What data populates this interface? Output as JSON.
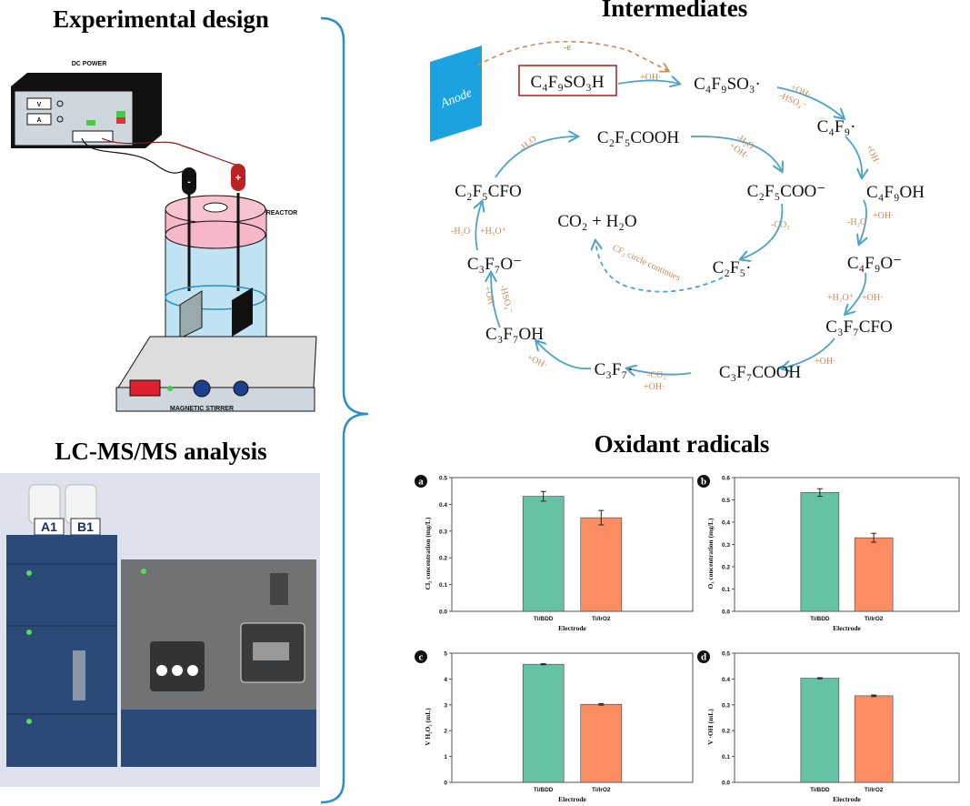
{
  "left": {
    "experimental_title": "Experimental design",
    "dc_power_label": "DC POWER",
    "volt_label": "V",
    "amp_label": "A",
    "reactor_label": "REACTOR",
    "stirrer_label": "MAGNETIC STIRRER",
    "minus_sign": "-",
    "plus_sign": "+",
    "lcms_title": "LC-MS/MS analysis",
    "bottle_a": "A1",
    "bottle_b": "B1"
  },
  "pathway": {
    "title": "Intermediates",
    "anode_label": "Anode",
    "electron_label": "-e",
    "species": {
      "start": "C₄F₉SO₃H",
      "s1": "C₄F₉SO₃·",
      "s2": "C₄F₉·",
      "s3": "C₄F₉OH",
      "s4": "C₄F₉O⁻",
      "s5": "C₃F₇CFO",
      "s6": "C₃F₇COOH",
      "s7": "C₃F₇·",
      "s8": "C₃F₇OH",
      "s9": "C₃F₇O⁻",
      "s10": "C₂F₅CFO",
      "s11": "C₂F₅COOH",
      "s12": "C₂F₅COO⁻",
      "s13": "C₂F₅·",
      "end": "CO₂ + H₂O"
    },
    "conditions": {
      "c0": "+OH·",
      "c1a": "+OH·",
      "c1b": "-HSO₄⁻",
      "c2": "+OH·",
      "c3a": "-H₂O",
      "c3b": "+OH·",
      "c4a": "+H₂O⁺",
      "c4b": "+OH·",
      "c5": "+OH·",
      "c6a": "-CO₂",
      "c6b": "+OH·",
      "c7": "+OH·",
      "c8a": "-HSO₄⁻",
      "c8b": "+OH·",
      "c9a": "-H₂O",
      "c9b": "+H₃O⁺",
      "c10": "-H₂O",
      "c11a": "-H₂O",
      "c11b": "+OH·",
      "c12": "-CO₂",
      "loop": "CF₂ circle continues"
    }
  },
  "radicals_title": "Oxidant radicals",
  "colors": {
    "bar_bdd": "#66c2a5",
    "bar_iro2": "#fc8d62",
    "arrow": "#4aa3c8",
    "condition": "#c98a5c",
    "anode": "#1aa3e0",
    "bracket": "#2a8fd0"
  },
  "chart_data": [
    {
      "type": "bar",
      "panel": "a",
      "categories": [
        "Ti/BDD",
        "Ti/IrO2"
      ],
      "values": [
        0.43,
        0.35
      ],
      "errors": [
        0.018,
        0.027
      ],
      "xlabel": "Electrode",
      "ylabel": "Cl₂ concentration (mg/L)",
      "ylim": [
        0,
        0.5
      ],
      "yticks": [
        "0.0",
        "0.1",
        "0.2",
        "0.3",
        "0.4",
        "0.5"
      ]
    },
    {
      "type": "bar",
      "panel": "b",
      "categories": [
        "Ti/BDD",
        "Ti/IrO2"
      ],
      "values": [
        0.533,
        0.33
      ],
      "errors": [
        0.017,
        0.02
      ],
      "xlabel": "Electrode",
      "ylabel": "O₃ concentration (mg/L)",
      "ylim": [
        0,
        0.6
      ],
      "yticks": [
        "0.0",
        "0.1",
        "0.2",
        "0.3",
        "0.4",
        "0.5",
        "0.6"
      ]
    },
    {
      "type": "bar",
      "panel": "c",
      "categories": [
        "Ti/BDD",
        "Ti/IrO2"
      ],
      "values": [
        4.57,
        3.02
      ],
      "errors": [
        0.02,
        0.03
      ],
      "xlabel": "Electrode",
      "ylabel": "V H₂O₂ (mL)",
      "ylim": [
        0,
        5
      ],
      "yticks": [
        "0",
        "1",
        "2",
        "3",
        "4",
        "5"
      ]
    },
    {
      "type": "bar",
      "panel": "d",
      "categories": [
        "Ti/BDD",
        "Ti/IrO2"
      ],
      "values": [
        0.403,
        0.335
      ],
      "errors": [
        0.002,
        0.003
      ],
      "xlabel": "Electrode",
      "ylabel": "V ·OH (mL)",
      "ylim": [
        0,
        0.5
      ],
      "yticks": [
        "0.0",
        "0.1",
        "0.2",
        "0.3",
        "0.4",
        "0.5"
      ]
    }
  ]
}
